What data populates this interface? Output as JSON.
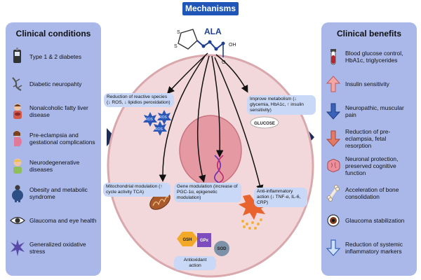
{
  "header": {
    "title": "Mechanisms"
  },
  "molecule": {
    "name": "ALA",
    "sulfur_1": "S",
    "sulfur_2": "S",
    "hydroxyl": "OH",
    "oxygen": "O"
  },
  "left_panel": {
    "title": "Clinical conditions",
    "items": [
      {
        "icon": "glucometer-icon",
        "label": "Type 1 & 2 diabetes"
      },
      {
        "icon": "nerve-icon",
        "label": "Diabetic neuropahty"
      },
      {
        "icon": "liver-patient-icon",
        "label": "Nonalcoholic fatty liver disease"
      },
      {
        "icon": "pregnant-woman-icon",
        "label": "Pre-eclampsia and gestational complications"
      },
      {
        "icon": "elderly-person-icon",
        "label": "Neurodegenerative diseases"
      },
      {
        "icon": "obese-person-icon",
        "label": "Obesity and metabolic syndrome"
      },
      {
        "icon": "eye-icon",
        "label": "Glaucoma and eye health"
      },
      {
        "icon": "burst-star-icon",
        "label": "Generalized oxidative stress"
      }
    ]
  },
  "right_panel": {
    "title": "Clinical benefits",
    "items": [
      {
        "icon": "blood-tube-icon",
        "label": "Blood glucose control, HbA1c, triglycerides"
      },
      {
        "icon": "arrow-up-icon",
        "label": "Insulin sensitivity"
      },
      {
        "icon": "arrow-down-icon",
        "label": "Neuropathic, muscular pain"
      },
      {
        "icon": "arrow-down-icon",
        "label": "Reduction of pre-eclampsia, fetal resorption"
      },
      {
        "icon": "brain-icon",
        "label": "Neuronal protection, preserved cognitive function"
      },
      {
        "icon": "bone-icon",
        "label": "Acceleration of bone consolidation"
      },
      {
        "icon": "eye-icon",
        "label": "Glaucoma stabilization"
      },
      {
        "icon": "arrow-down-icon",
        "label": "Reduction of systemic inflammatory markers"
      }
    ]
  },
  "mechanisms": {
    "reactive_species": "Reduction of reactive species (↓ ROS, ↓ lipidios peroxidation)",
    "metabolism": "Improve metabolism (↓ glycemia, HbA1c, ↑ insulin sensitivity)",
    "glucose_label": "GLUCOSE",
    "mitochondrial": "Mitochondrial modulation (↑ cycle activity TCA)",
    "gene": "Gene modulation (increase of PGC-1α, epigenetic modulation)",
    "anti_inflammatory": "Anti-inflammatory action (↓ TNF-α, IL-6, CRP)",
    "antioxidant": "Antioxidant action",
    "ros_label": "ROS",
    "gsh_label": "GSH",
    "gpx_label": "GPx",
    "sod_label": "SOD"
  },
  "colors": {
    "panel_bg": "#a9b8e9",
    "header_bg": "#1f56b7",
    "cell_fill": "#f3d8db",
    "cell_border": "#d9a8ad",
    "nucleus": "#e59aa3",
    "callout_bg": "#c9d8f6",
    "arrow_up": "#f4a6a6",
    "arrow_down_blue": "#3a62b8",
    "chevron": "#1c2c55"
  }
}
